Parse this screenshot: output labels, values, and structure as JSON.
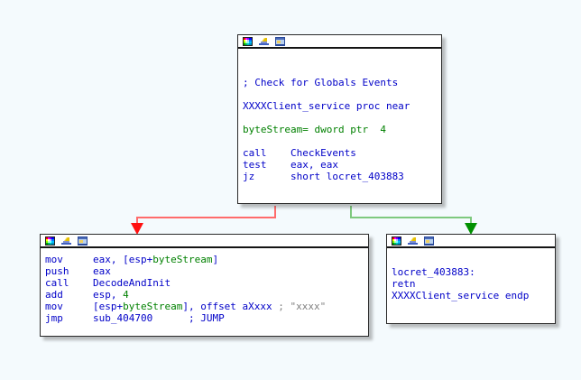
{
  "background_color": "#f4fafd",
  "colors": {
    "code_blue": "#0000c8",
    "code_green": "#008000",
    "comment_gray": "#808080",
    "edge_false": "#ff4040",
    "edge_true": "#22aa22",
    "node_border": "#2a2a2a",
    "node_background": "#ffffff"
  },
  "titlebar_icons": [
    {
      "name": "color-palette-icon",
      "label": "palette"
    },
    {
      "name": "graph-chart-icon",
      "label": "chart"
    },
    {
      "name": "screen-window-icon",
      "label": "screen"
    }
  ],
  "nodes": {
    "top": {
      "id": "node-top",
      "title": "XXXXClient_service entry block",
      "lines": [
        {
          "segments": [
            {
              "text": "",
              "color": "code_blue"
            }
          ]
        },
        {
          "segments": [
            {
              "text": "; Check for Globals Events",
              "color": "code_blue"
            }
          ]
        },
        {
          "segments": [
            {
              "text": "",
              "color": "code_blue"
            }
          ]
        },
        {
          "segments": [
            {
              "text": "XXXXClient_service proc near",
              "color": "code_blue"
            }
          ]
        },
        {
          "segments": [
            {
              "text": "",
              "color": "code_blue"
            }
          ]
        },
        {
          "segments": [
            {
              "text": "byteStream= dword ptr  4",
              "color": "code_green"
            }
          ]
        },
        {
          "segments": [
            {
              "text": "",
              "color": "code_blue"
            }
          ]
        },
        {
          "segments": [
            {
              "text": "call    CheckEvents",
              "color": "code_blue"
            }
          ]
        },
        {
          "segments": [
            {
              "text": "test    eax, eax",
              "color": "code_blue"
            }
          ]
        },
        {
          "segments": [
            {
              "text": "jz      short locret_403883",
              "color": "code_blue"
            }
          ]
        }
      ]
    },
    "left": {
      "id": "node-left",
      "title": "DecodeAndInit block",
      "lines": [
        {
          "segments": [
            {
              "text": "mov     eax, [esp+",
              "color": "code_blue"
            },
            {
              "text": "byteStream",
              "color": "code_green"
            },
            {
              "text": "]",
              "color": "code_blue"
            }
          ]
        },
        {
          "segments": [
            {
              "text": "push    eax",
              "color": "code_blue"
            }
          ]
        },
        {
          "segments": [
            {
              "text": "call    DecodeAndInit",
              "color": "code_blue"
            }
          ]
        },
        {
          "segments": [
            {
              "text": "add     esp, ",
              "color": "code_blue"
            },
            {
              "text": "4",
              "color": "code_green"
            }
          ]
        },
        {
          "segments": [
            {
              "text": "mov     [esp+",
              "color": "code_blue"
            },
            {
              "text": "byteStream",
              "color": "code_green"
            },
            {
              "text": "], offset aXxxx ",
              "color": "code_blue"
            },
            {
              "text": "; \"xxxx\"",
              "color": "comment_gray"
            }
          ]
        },
        {
          "segments": [
            {
              "text": "jmp     sub_404700      ",
              "color": "code_blue"
            },
            {
              "text": "; JUMP",
              "color": "code_blue"
            }
          ]
        }
      ]
    },
    "right": {
      "id": "node-right",
      "title": "locret_403883 block",
      "lines": [
        {
          "segments": [
            {
              "text": "locret_403883:",
              "color": "code_blue"
            }
          ]
        },
        {
          "segments": [
            {
              "text": "retn",
              "color": "code_blue"
            }
          ]
        },
        {
          "segments": [
            {
              "text": "XXXXClient_service endp",
              "color": "code_blue"
            }
          ]
        }
      ]
    }
  },
  "edges": [
    {
      "name": "edge-false-branch",
      "from": "node-top",
      "to": "node-left",
      "color": "#ff4040",
      "condition": "false"
    },
    {
      "name": "edge-true-branch",
      "from": "node-top",
      "to": "node-right",
      "color": "#22aa22",
      "condition": "true"
    }
  ]
}
